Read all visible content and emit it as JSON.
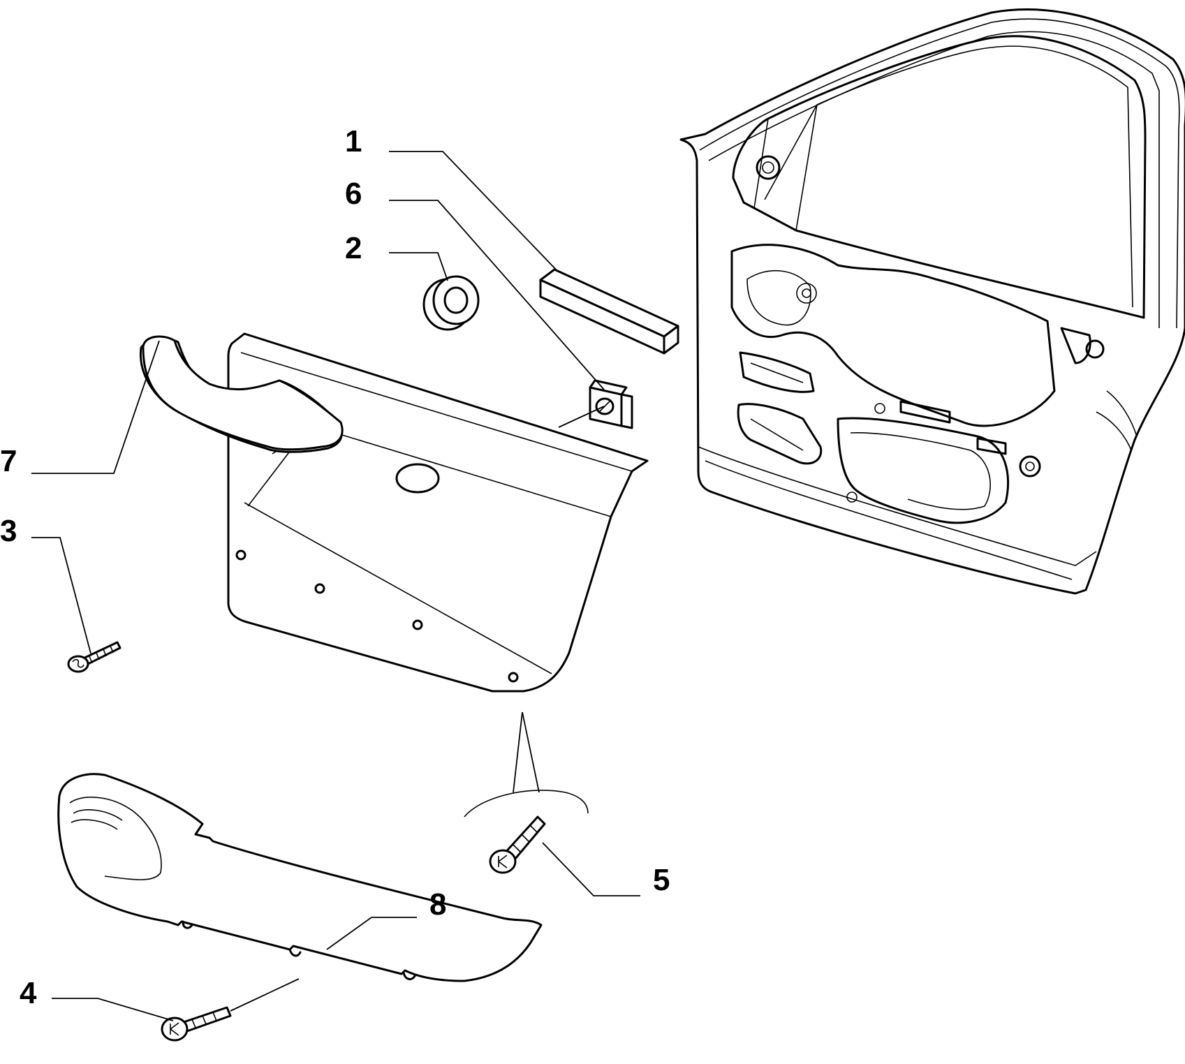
{
  "callouts": [
    {
      "id": "1",
      "text": "1"
    },
    {
      "id": "6",
      "text": "6"
    },
    {
      "id": "2",
      "text": "2"
    },
    {
      "id": "7",
      "text": "7"
    },
    {
      "id": "3",
      "text": "3"
    },
    {
      "id": "5",
      "text": "5"
    },
    {
      "id": "8",
      "text": "8"
    },
    {
      "id": "4",
      "text": "4"
    }
  ]
}
